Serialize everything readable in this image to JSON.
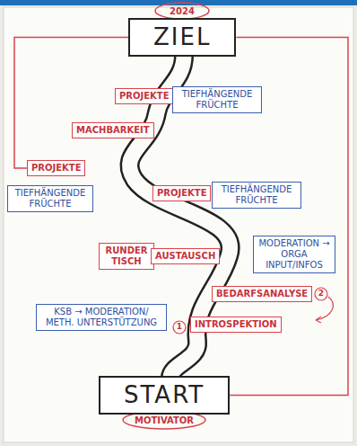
{
  "diagram": {
    "nodes": [
      {
        "text": [
          "ZIEL"
        ]
      },
      {
        "text": [
          "PROJEKTE"
        ]
      },
      {
        "text": [
          "TIEFHÄNGENDE FRÜCHTE"
        ]
      },
      {
        "text": [
          "MACHBARKEIT"
        ]
      },
      {
        "text": [
          "PROJEKTE"
        ]
      },
      {
        "text": [
          "TIEFHÄNGENDE FRÜCHTE"
        ]
      },
      {
        "text": [
          "PROJEKTE"
        ]
      },
      {
        "text": [
          "TIEFHÄNGENDE FRÜCHTE"
        ]
      },
      {
        "text": [
          "RUNDER TISCH"
        ]
      },
      {
        "text": [
          "AUSTAUSCH"
        ]
      },
      {
        "text": [
          "MODERATION → ORGA INPUT/INFOS"
        ]
      },
      {
        "text": [
          "BEDARFSANALYSE"
        ]
      },
      {
        "text": [
          "INTROSPEKTION"
        ]
      },
      {
        "text": [
          "KSB → MODERATION/ METH. UNTERSTÜTZUNG"
        ]
      },
      {
        "text": [
          "START"
        ]
      }
    ],
    "edges": [
      {
        "from": 0,
        "to": 14,
        "arrow": "none"
      },
      {
        "from": 0,
        "to": 4,
        "arrow": "none"
      }
    ],
    "labels": [
      "2024",
      "1",
      "2",
      "MOTIVATOR"
    ]
  }
}
